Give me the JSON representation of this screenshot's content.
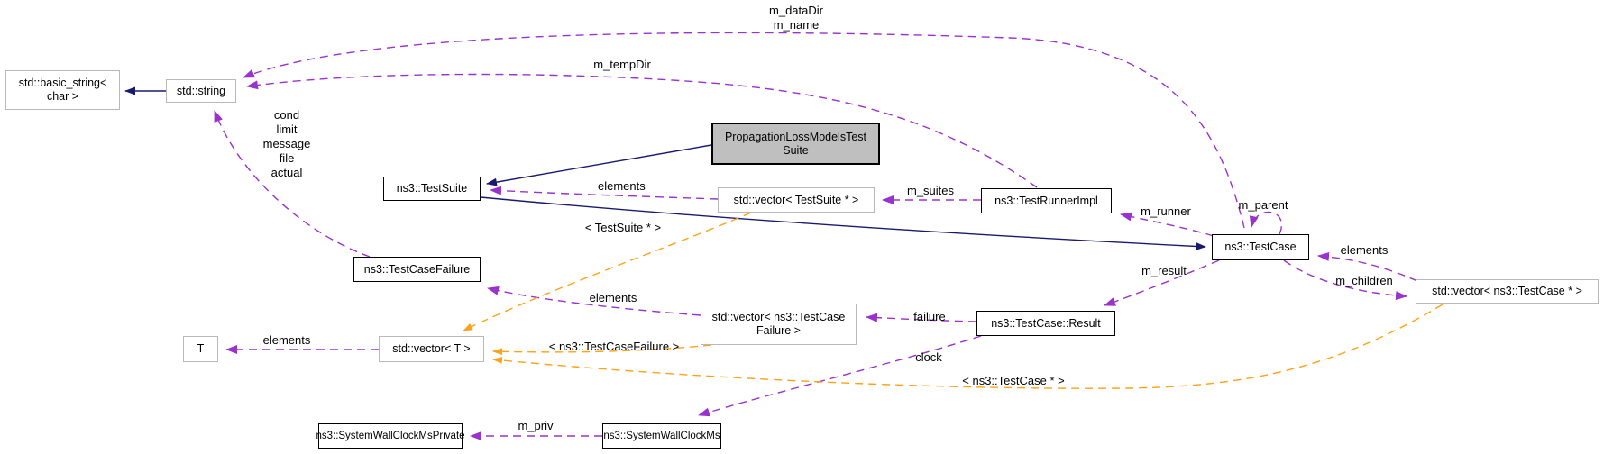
{
  "diagram": {
    "type": "doxygen-collaboration-graph",
    "colors": {
      "inheritance_edge": "#191970",
      "usage_edge": "#9a32cd",
      "template_edge": "#ffa216",
      "current_node_fill": "#bfbfbf",
      "documented_node_border": "#000000",
      "undocumented_node_border": "#b9b9b9"
    },
    "nodes": {
      "basic_string": {
        "lines": [
          "std::basic_string<",
          "char >"
        ]
      },
      "std_string": {
        "lines": [
          "std::string"
        ]
      },
      "test_suite": {
        "lines": [
          "ns3::TestSuite"
        ]
      },
      "propagation": {
        "lines": [
          "PropagationLossModelsTest",
          "Suite"
        ]
      },
      "vector_testsuite": {
        "lines": [
          "std::vector< TestSuite * >"
        ]
      },
      "test_runner": {
        "lines": [
          "ns3::TestRunnerImpl"
        ]
      },
      "test_case": {
        "lines": [
          "ns3::TestCase"
        ]
      },
      "vector_testcase": {
        "lines": [
          "std::vector< ns3::TestCase * >"
        ]
      },
      "test_case_failure": {
        "lines": [
          "ns3::TestCaseFailure"
        ]
      },
      "t": {
        "lines": [
          "T"
        ]
      },
      "vector_t": {
        "lines": [
          "std::vector< T >"
        ]
      },
      "vector_tcf": {
        "lines": [
          "std::vector< ns3::TestCase",
          "Failure >"
        ]
      },
      "result": {
        "lines": [
          "ns3::TestCase::Result"
        ]
      },
      "swcm_private": {
        "lines": [
          "ns3::SystemWallClockMsPrivate"
        ]
      },
      "swcm": {
        "lines": [
          "ns3::SystemWallClockMs"
        ]
      }
    },
    "edge_labels": {
      "m_dataDir_m_name": {
        "lines": [
          "m_dataDir",
          "m_name"
        ]
      },
      "m_tempDir": "m_tempDir",
      "string_members": {
        "lines": [
          "cond",
          "limit",
          "message",
          "file",
          "actual"
        ]
      },
      "elements_testsuite": "elements",
      "m_suites": "m_suites",
      "tpl_testsuite": "< TestSuite * >",
      "m_runner": "m_runner",
      "m_parent": "m_parent",
      "elements_testcase": "elements",
      "m_children": "m_children",
      "m_result": "m_result",
      "elements_tcf": "elements",
      "tpl_tcf": "< ns3::TestCaseFailure >",
      "failure": "failure",
      "clock": "clock",
      "tpl_testcase": "< ns3::TestCase * >",
      "elements_t": "elements",
      "m_priv": "m_priv"
    }
  }
}
